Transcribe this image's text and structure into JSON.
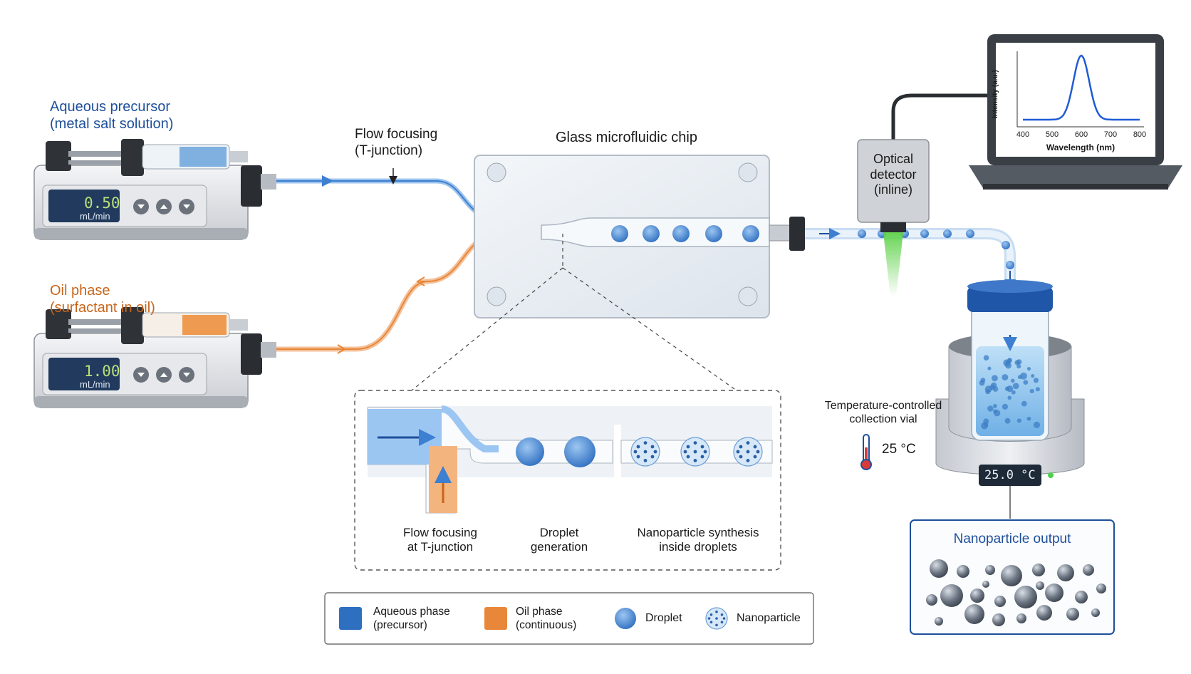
{
  "pumps": {
    "aqueous": {
      "title_line1": "Aqueous precursor",
      "title_line2": "(metal salt solution)",
      "display_value": "0.50",
      "display_unit": "mL/min"
    },
    "oil": {
      "title_line1": "Oil phase",
      "title_line2": "(surfactant in oil)",
      "display_value": "1.00",
      "display_unit": "mL/min"
    }
  },
  "flow_focusing": {
    "line1": "Flow focusing",
    "line2": "(T-junction)"
  },
  "chip": {
    "title": "Glass microfluidic chip"
  },
  "detector": {
    "line1": "Optical",
    "line2": "detector",
    "line3": "(inline)"
  },
  "spectrum": {
    "ylabel": "Intensity (a.u.)",
    "xlabel": "Wavelength (nm)",
    "ticks": [
      "400",
      "500",
      "600",
      "700",
      "800"
    ],
    "xlim": [
      400,
      800
    ],
    "peak_nm": 600
  },
  "collection": {
    "line1": "Temperature-controlled",
    "line2": "collection vial",
    "temp_label": "25 °C",
    "display": "25.0 °C"
  },
  "zoom": {
    "step1_line1": "Flow focusing",
    "step1_line2": "at T-junction",
    "step2_line1": "Droplet",
    "step2_line2": "generation",
    "step3_line1": "Nanoparticle synthesis",
    "step3_line2": "inside droplets"
  },
  "output": {
    "title": "Nanoparticle output"
  },
  "legend": {
    "aqueous_line1": "Aqueous phase",
    "aqueous_line2": "(precursor)",
    "oil_line1": "Oil phase",
    "oil_line2": "(continuous)",
    "droplet": "Droplet",
    "nanoparticle": "Nanoparticle"
  },
  "colors": {
    "aqueous": "#2f6fc0",
    "oil": "#e8873a",
    "droplet": "#4a8fd6",
    "accent_blue": "#1d4f9a",
    "laser_green": "#6fdc5a"
  }
}
